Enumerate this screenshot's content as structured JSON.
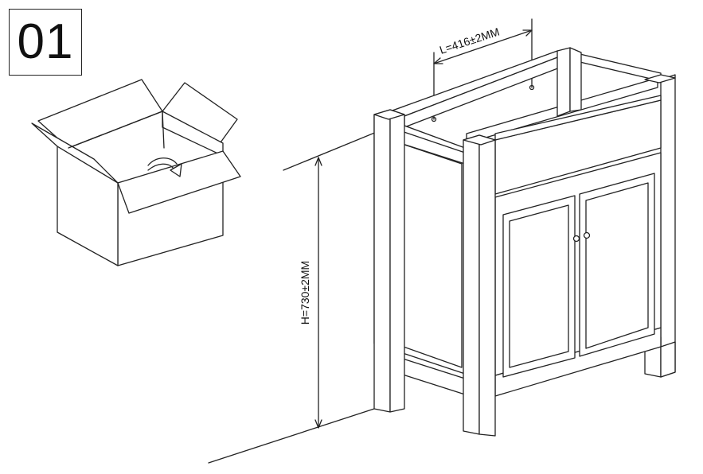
{
  "step": {
    "number": "01"
  },
  "dimensions": {
    "length_label": "L=416±2MM",
    "height_label": "H=730±2MM"
  },
  "style": {
    "line_color": "#222222",
    "background": "#ffffff"
  },
  "icons": [
    "open-box-icon",
    "rotate-arrow-icon",
    "door-knob-icon"
  ]
}
